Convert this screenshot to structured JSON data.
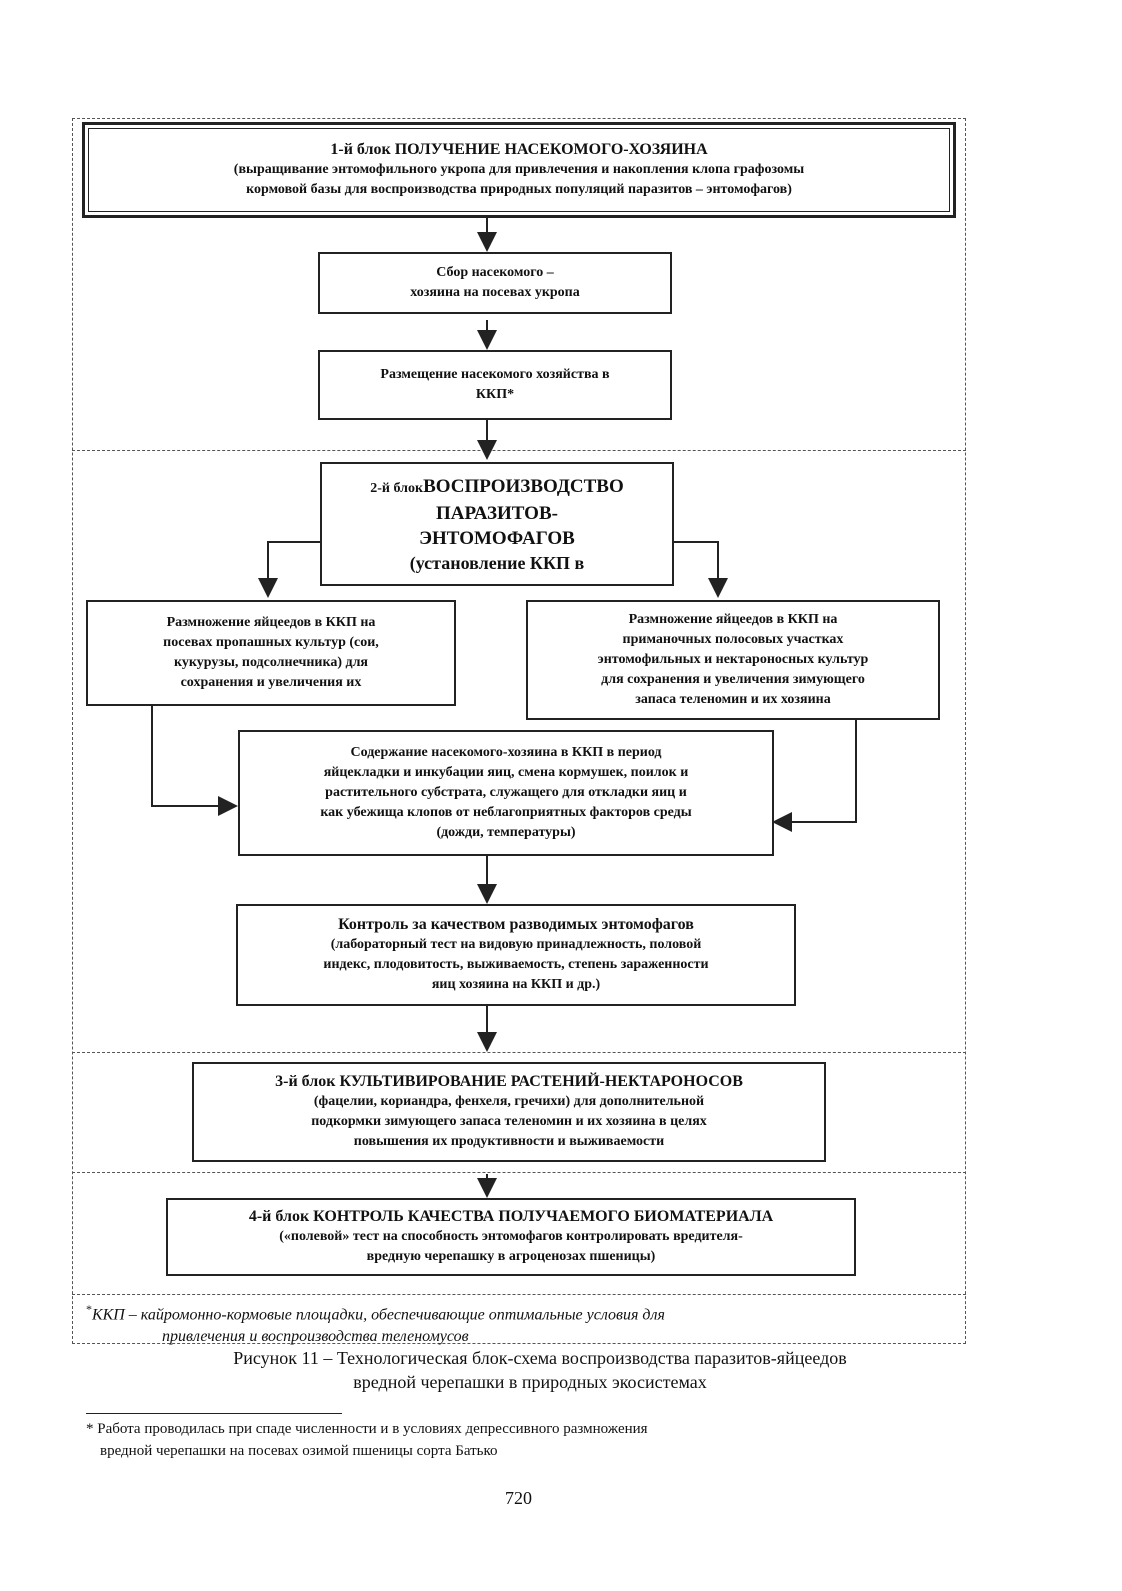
{
  "diagram": {
    "block1": {
      "lines": [
        "1-й блок ПОЛУЧЕНИЕ НАСЕКОМОГО-ХОЗЯИНА",
        "(выращивание энтомофильного укропа для привлечения и накопления клопа графозомы",
        "кормовой базы для воспроизводства природных популяций паразитов – энтомофагов)"
      ]
    },
    "collect": {
      "lines": [
        "Сбор насекомого –",
        "хозяина на посевах укропа"
      ]
    },
    "place": {
      "lines": [
        "Размещение насекомого хозяйства в",
        "ККП*"
      ]
    },
    "block2": {
      "prefix": "2-й блок",
      "lines": [
        "ВОСПРОИЗВОДСТВО",
        "ПАРАЗИТОВ-",
        "ЭНТОМОФАГОВ",
        "(установление ККП в"
      ]
    },
    "left_branch": {
      "lines": [
        "Размножение яйцеедов в ККП на",
        "посевах пропашных культур (сои,",
        "кукурузы, подсолнечника) для",
        "сохранения и увеличения их"
      ]
    },
    "right_branch": {
      "lines": [
        "Размножение яйцеедов  в ККП на",
        "приманочных полосовых участках",
        "энтомофильных и нектароносных культур",
        "для сохранения и увеличения зимующего",
        "запаса теленомин и их хозяина"
      ]
    },
    "maintenance": {
      "lines": [
        "Содержание насекомого-хозяина в ККП в период",
        "яйцекладки и инкубации яиц, смена кормушек, поилок и",
        "растительного субстрата, служащего для откладки яиц и",
        "как убежища клопов от неблагоприятных факторов среды",
        "(дожди, температуры)"
      ]
    },
    "quality": {
      "lines": [
        "Контроль за качеством разводимых энтомофагов",
        "(лабораторный тест на видовую принадлежность, половой",
        "индекс, плодовитость, выживаемость, степень зараженности",
        "яиц хозяина на ККП и др.)"
      ]
    },
    "block3": {
      "lines": [
        "3-й блок  КУЛЬТИВИРОВАНИЕ РАСТЕНИЙ-НЕКТАРОНОСОВ",
        "(фацелии, кориандра, фенхеля, гречихи) для дополнительной",
        "подкормки зимующего запаса теленомин и их хозяина в целях",
        "повышения их продуктивности и выживаемости"
      ]
    },
    "block4": {
      "lines": [
        "4-й блок  КОНТРОЛЬ КАЧЕСТВА ПОЛУЧАЕМОГО БИОМАТЕРИАЛА",
        "(«полевой» тест на способность энтомофагов контролировать вредителя-",
        "вредную черепашку в агроценозах пшеницы)"
      ]
    },
    "footnote": {
      "star": "*",
      "lines": [
        "ККП – кайромонно-кормовые площадки, обеспечивающие оптимальные условия для",
        "привлечения и воспроизводства теленомусов"
      ]
    }
  },
  "caption": {
    "lines": [
      "Рисунок 11 – Технологическая блок-схема воспроизводства паразитов-яйцеедов",
      "вредной черепашки в природных экосистемах"
    ]
  },
  "page_note": {
    "lines": [
      "* Работа проводилась при спаде численности и в условиях депрессивного размножения",
      "вредной черепашки на посевах озимой пшеницы сорта Батько"
    ]
  },
  "page_number": "720"
}
